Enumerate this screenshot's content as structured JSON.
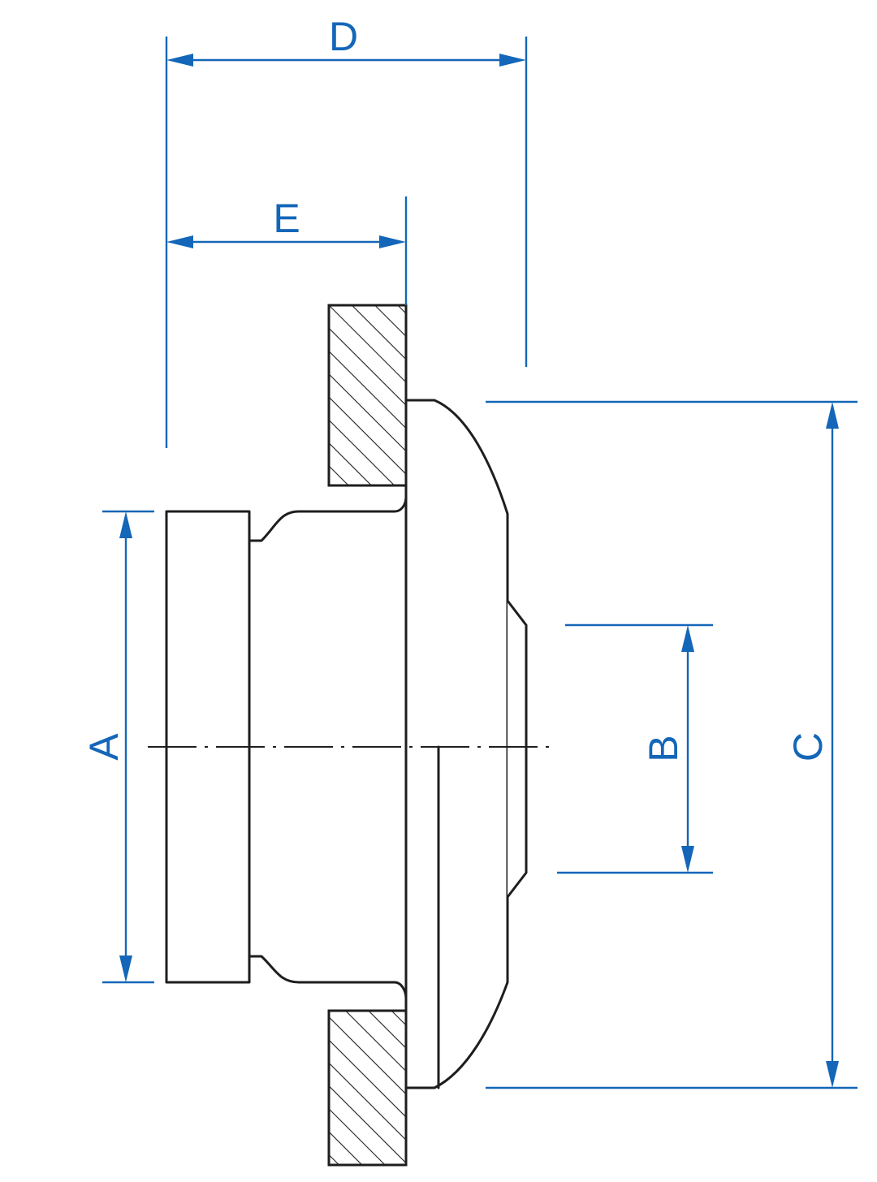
{
  "drawing": {
    "dimensions": {
      "A": "A",
      "B": "B",
      "C": "C",
      "D": "D",
      "E": "E"
    },
    "colors": {
      "dimension": "#1466b8",
      "outline": "#1e1e1e",
      "background": "#ffffff"
    }
  }
}
